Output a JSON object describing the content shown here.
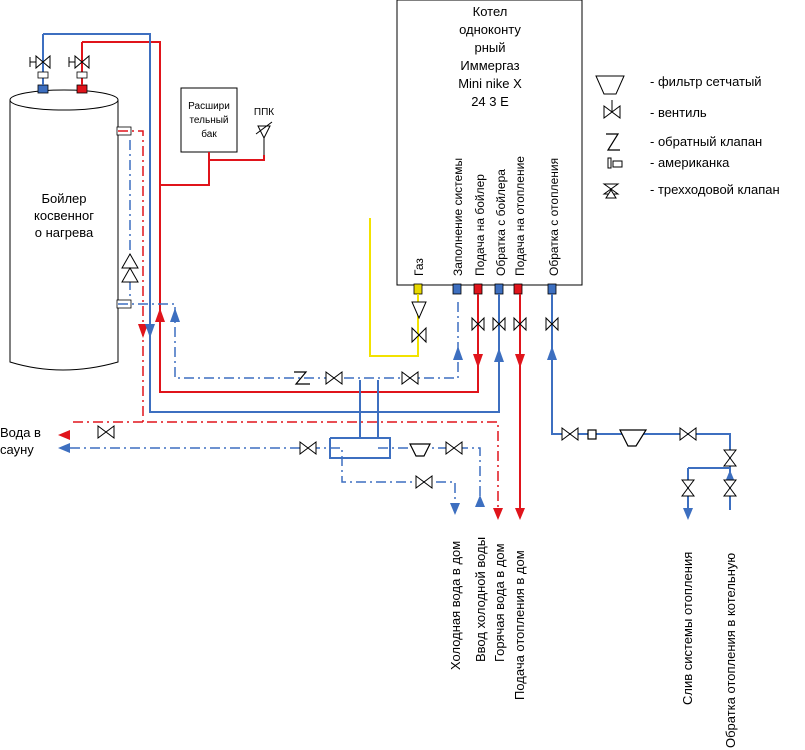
{
  "colors": {
    "hot": "#e0141b",
    "cold": "#3d6fc0",
    "gas": "#f2e200",
    "line": "#000000"
  },
  "boiler_tank": {
    "label_lines": [
      "Бойлер",
      "косвенног",
      "о нагрева"
    ]
  },
  "expansion_tank": {
    "label_lines": [
      "Расшири",
      "тельный",
      "бак"
    ]
  },
  "safety_valve": {
    "label": "ППК"
  },
  "heater": {
    "label_lines": [
      "Котел",
      "одноконту",
      "рный",
      "Иммергаз",
      "Mini nike X",
      "24 3 E"
    ],
    "connections": [
      "Газ",
      "Заполнение системы",
      "Подача на бойлер",
      "Обратка с бойлера",
      "Подача на отопление",
      "Обратка с отопления"
    ]
  },
  "legend": [
    {
      "icon": "filter-icon",
      "label": "- фильтр сетчатый"
    },
    {
      "icon": "valve-icon",
      "label": "- вентиль"
    },
    {
      "icon": "check-valve-icon",
      "label": "- обратный клапан"
    },
    {
      "icon": "union-icon",
      "label": "- американка"
    },
    {
      "icon": "three-way-valve-icon",
      "label": "- трехходовой клапан"
    }
  ],
  "sauna": {
    "label_lines": [
      "Вода в",
      "сауну"
    ]
  },
  "outlets": [
    "Холодная вода в дом",
    "Ввод холодной воды",
    "Горячая вода в дом",
    "Подача отопления в дом",
    "Слив системы отопления",
    "Обратка отопления в котельную"
  ]
}
